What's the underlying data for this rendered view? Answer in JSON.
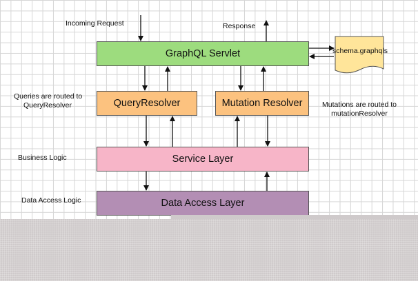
{
  "diagram": {
    "labels": {
      "incoming_request": "Incoming Request",
      "response": "Response",
      "queries_routed": [
        "Queries are routed to",
        "QueryResolver"
      ],
      "mutations_routed": [
        "Mutations are routed to",
        "mutationResolver"
      ],
      "business_logic": "Business Logic",
      "data_access_logic": "Data Access Logic"
    },
    "nodes": {
      "graphql_servlet": {
        "label": "GraphQL Servlet",
        "color": "#9ddc7e"
      },
      "query_resolver": {
        "label": "QueryResolver",
        "color": "#fcc27f"
      },
      "mutation_resolver": {
        "label": "Mutation Resolver",
        "color": "#fcc27f"
      },
      "service_layer": {
        "label": "Service Layer",
        "color": "#f7b5c8"
      },
      "data_access_layer": {
        "label": "Data Access Layer",
        "color": "#b38eb4"
      },
      "schema_file": {
        "label": "schema.graphqls",
        "color": "#ffe59a"
      }
    }
  }
}
